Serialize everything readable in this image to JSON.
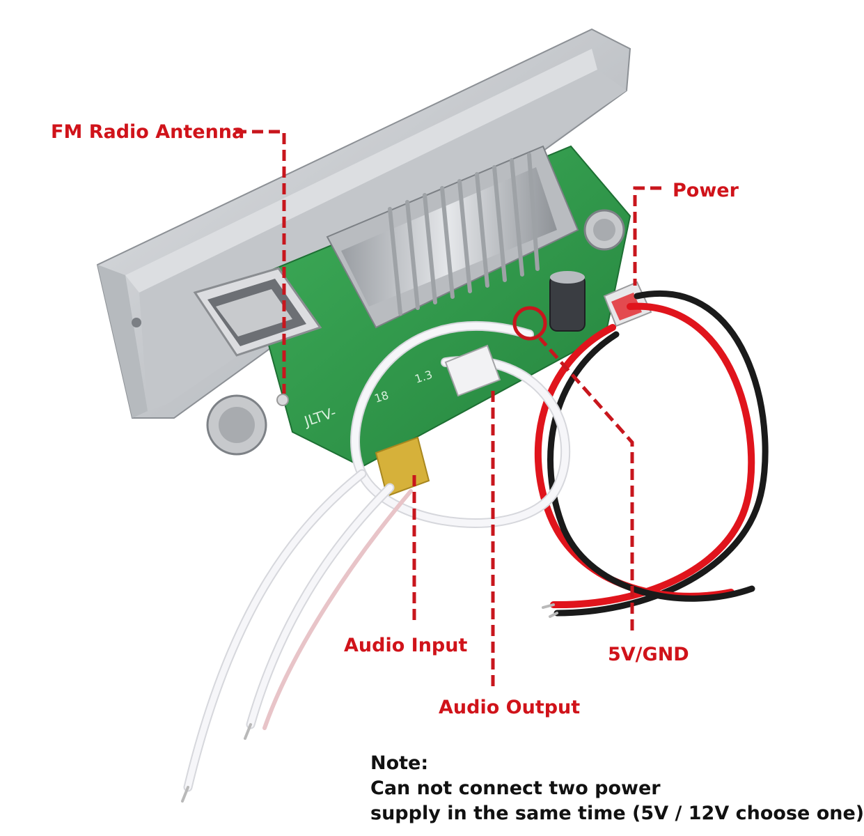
{
  "labels": {
    "fm_antenna": "FM Radio Antenna",
    "power": "Power",
    "audio_input": "Audio Input",
    "audio_output": "Audio Output",
    "five_v_gnd": "5V/GND"
  },
  "board": {
    "silkscreen": "JLTV-",
    "marking_1": "18",
    "marking_2": "1.3"
  },
  "note": {
    "title": "Note:",
    "line1": "Can not connect  two power",
    "line2": "supply in the same time (5V / 12V choose one)"
  },
  "colors": {
    "callout": "#d0131a",
    "pcb": "#2e9a4a",
    "bezel": "#c9ccd0",
    "wire_red": "#e0141c",
    "wire_black": "#1a1a1a",
    "wire_white": "#f4f4f8"
  }
}
